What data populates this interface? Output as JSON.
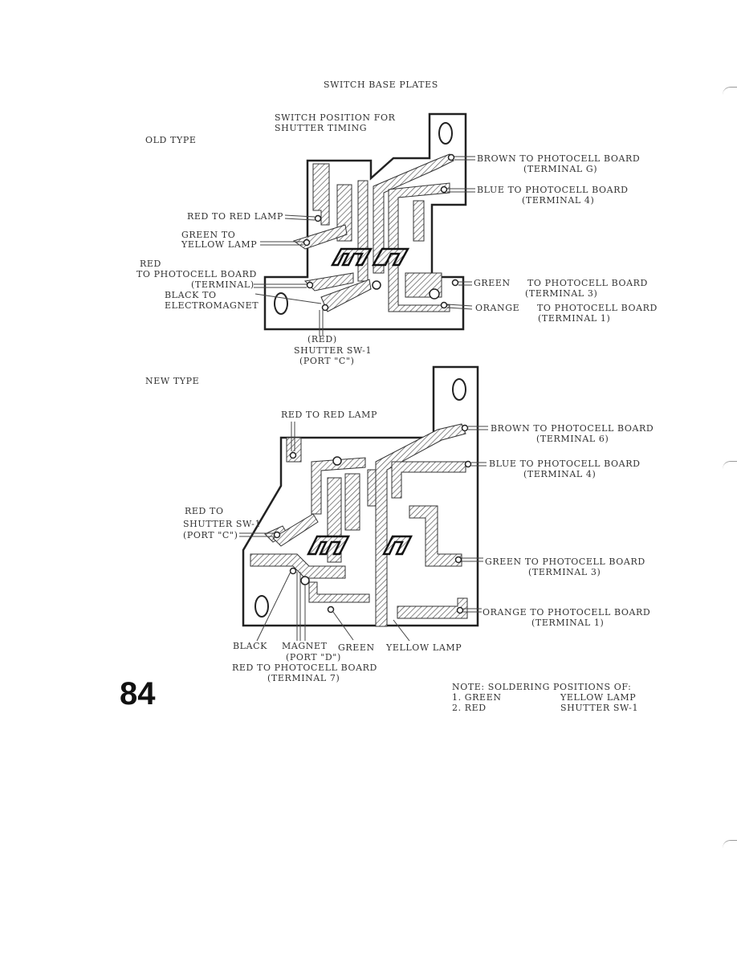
{
  "title": "SWITCH BASE PLATES",
  "switch_position_line1": "SWITCH POSITION FOR",
  "switch_position_line2": "SHUTTER TIMING",
  "old_type": {
    "heading": "OLD TYPE",
    "brown": "BROWN TO PHOTOCELL BOARD",
    "brown_term": "(TERMINAL G)",
    "blue": "BLUE  TO PHOTOCELL BOARD",
    "blue_term": "(TERMINAL 4)",
    "red_lamp": "RED TO RED LAMP",
    "green_to": "GREEN TO",
    "yellow_lamp": "YELLOW LAMP",
    "red": "RED",
    "to_photocell": "TO PHOTOCELL BOARD",
    "terminal_l": "(TERMINAL)",
    "black_to": "BLACK TO",
    "electromagnet": "ELECTROMAGNET",
    "green": "GREEN",
    "green_board": "TO PHOTOCELL BOARD",
    "green_term": "(TERMINAL 3)",
    "orange": "ORANGE",
    "orange_board": "TO PHOTOCELL BOARD",
    "orange_term": "(TERMINAL 1)",
    "red_paren": "(RED)",
    "shutter": "SHUTTER SW-1",
    "port": "(PORT \"C\")"
  },
  "new_type": {
    "heading": "NEW TYPE",
    "red_lamp": "RED TO RED LAMP",
    "brown": "BROWN  TO PHOTOCELL BOARD",
    "brown_term": "(TERMINAL 6)",
    "blue": "BLUE  TO PHOTOCELL BOARD",
    "blue_term": "(TERMINAL 4)",
    "red_to": "RED TO",
    "shutter": "SHUTTER SW-1",
    "port_c": "(PORT \"C\")",
    "green": "GREEN  TO PHOTOCELL BOARD",
    "green_term": "(TERMINAL 3)",
    "orange": "ORANGE  TO PHOTOCELL BOARD",
    "orange_term": "(TERMINAL 1)",
    "black": "BLACK",
    "magnet": "MAGNET",
    "green_bottom": "GREEN",
    "yellow_lamp": "YELLOW LAMP",
    "port_d": "(PORT \"D\")",
    "red_photocell": "RED  TO PHOTOCELL BOARD",
    "terminal7": "(TERMINAL 7)"
  },
  "page_number": "84",
  "note": {
    "heading": "NOTE:  SOLDERING POSITIONS OF:",
    "item1": "1.  GREEN",
    "item1_pos": "YELLOW LAMP",
    "item2": "2.  RED",
    "item2_pos": "SHUTTER SW-1"
  }
}
